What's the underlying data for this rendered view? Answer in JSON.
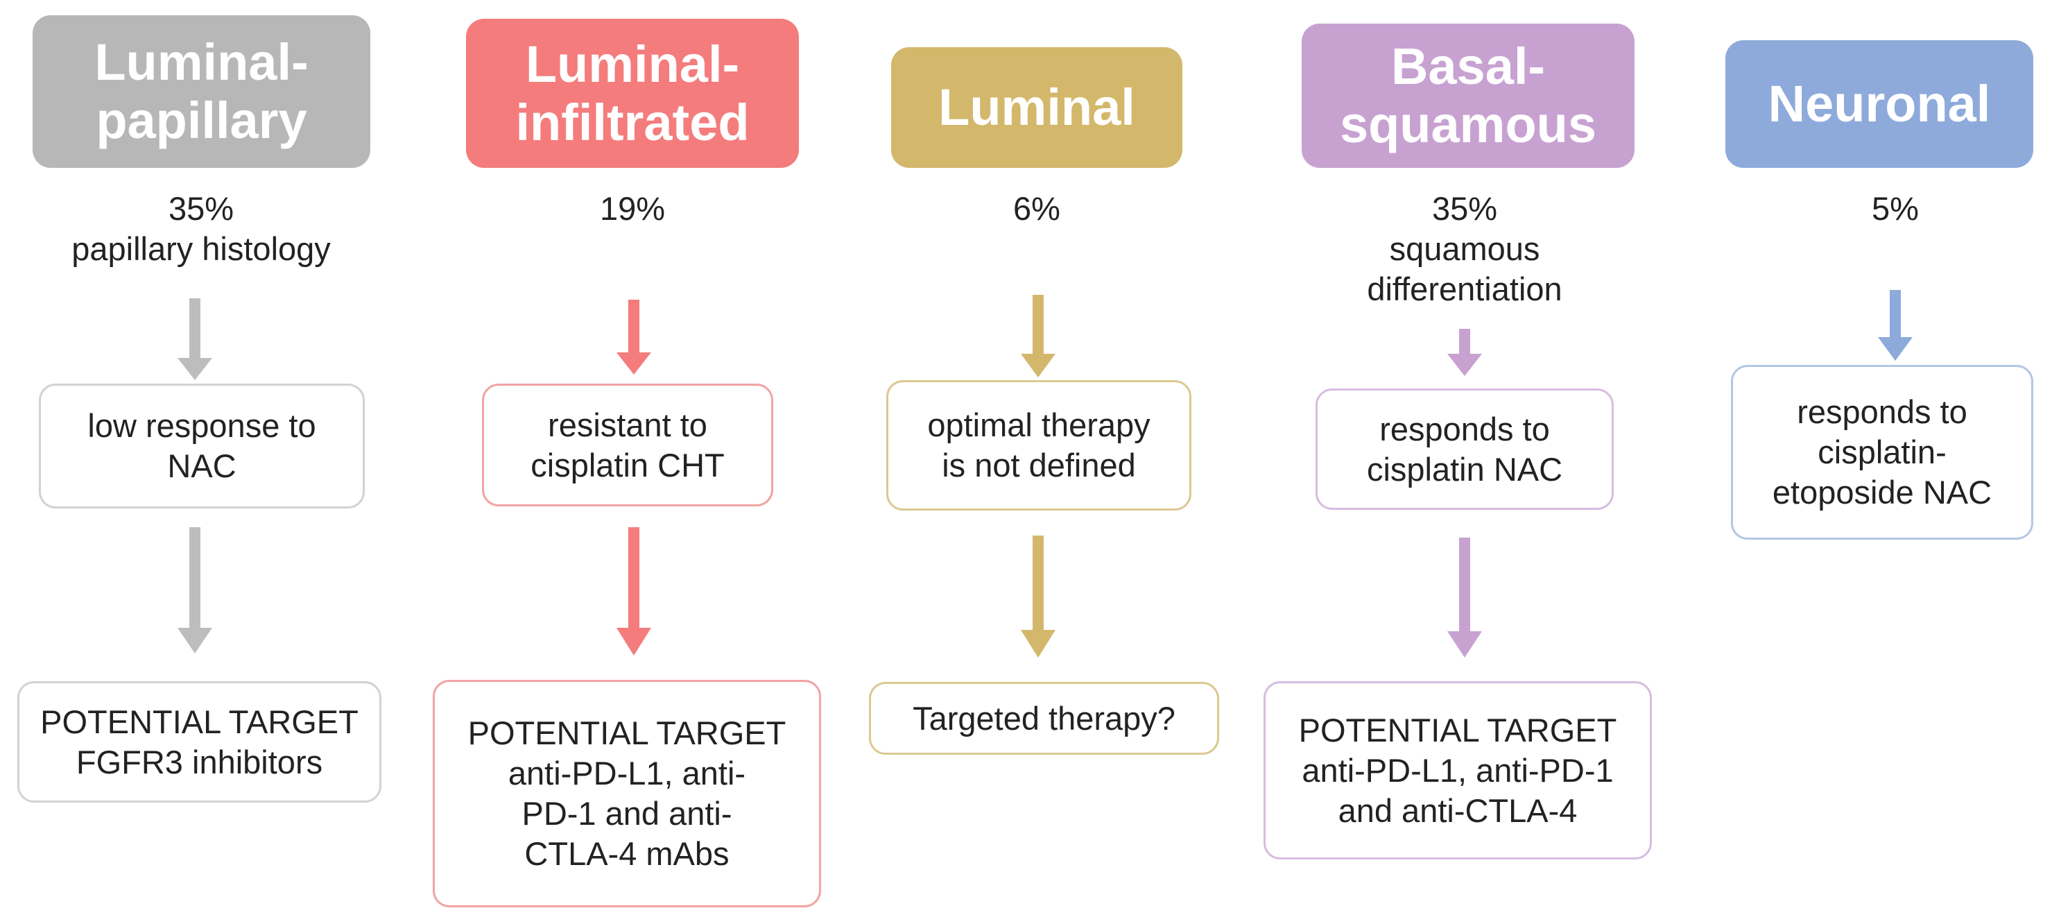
{
  "columns": [
    {
      "id": "luminal-papillary",
      "color": "#b7b7b7",
      "border": "#d2d2d2",
      "header_lines": [
        "Luminal-",
        "papillary"
      ],
      "stat_lines": [
        "35%",
        "papillary histology"
      ],
      "response_lines": [
        "low response to",
        "NAC"
      ],
      "target_lines": [
        "POTENTIAL TARGET",
        "FGFR3 inhibitors"
      ]
    },
    {
      "id": "luminal-infiltrated",
      "color": "#f47c7c",
      "border": "#f2a3a3",
      "header_lines": [
        "Luminal-",
        "infiltrated"
      ],
      "stat_lines": [
        "19%"
      ],
      "response_lines": [
        "resistant to",
        "cisplatin CHT"
      ],
      "target_lines": [
        "POTENTIAL TARGET",
        "anti-PD-L1, anti-",
        "PD-1 and anti-",
        "CTLA-4 mAbs"
      ]
    },
    {
      "id": "luminal",
      "color": "#d3b86b",
      "border": "#dcc891",
      "header_lines": [
        "Luminal"
      ],
      "stat_lines": [
        "6%"
      ],
      "response_lines": [
        "optimal therapy",
        "is not defined"
      ],
      "target_lines": [
        "Targeted therapy?"
      ]
    },
    {
      "id": "basal-squamous",
      "color": "#c7a2d1",
      "border": "#d6bde0",
      "header_lines": [
        "Basal-",
        "squamous"
      ],
      "stat_lines": [
        "35%",
        "squamous",
        "differentiation"
      ],
      "response_lines": [
        "responds to",
        "cisplatin NAC"
      ],
      "target_lines": [
        "POTENTIAL TARGET",
        "anti-PD-L1, anti-PD-1",
        "and anti-CTLA-4"
      ]
    },
    {
      "id": "neuronal",
      "color": "#8eaadb",
      "border": "#b4c6e6",
      "header_lines": [
        "Neuronal"
      ],
      "stat_lines": [
        "5%"
      ],
      "response_lines": [
        "responds to",
        "cisplatin-",
        "etoposide NAC"
      ],
      "target_lines": []
    }
  ]
}
